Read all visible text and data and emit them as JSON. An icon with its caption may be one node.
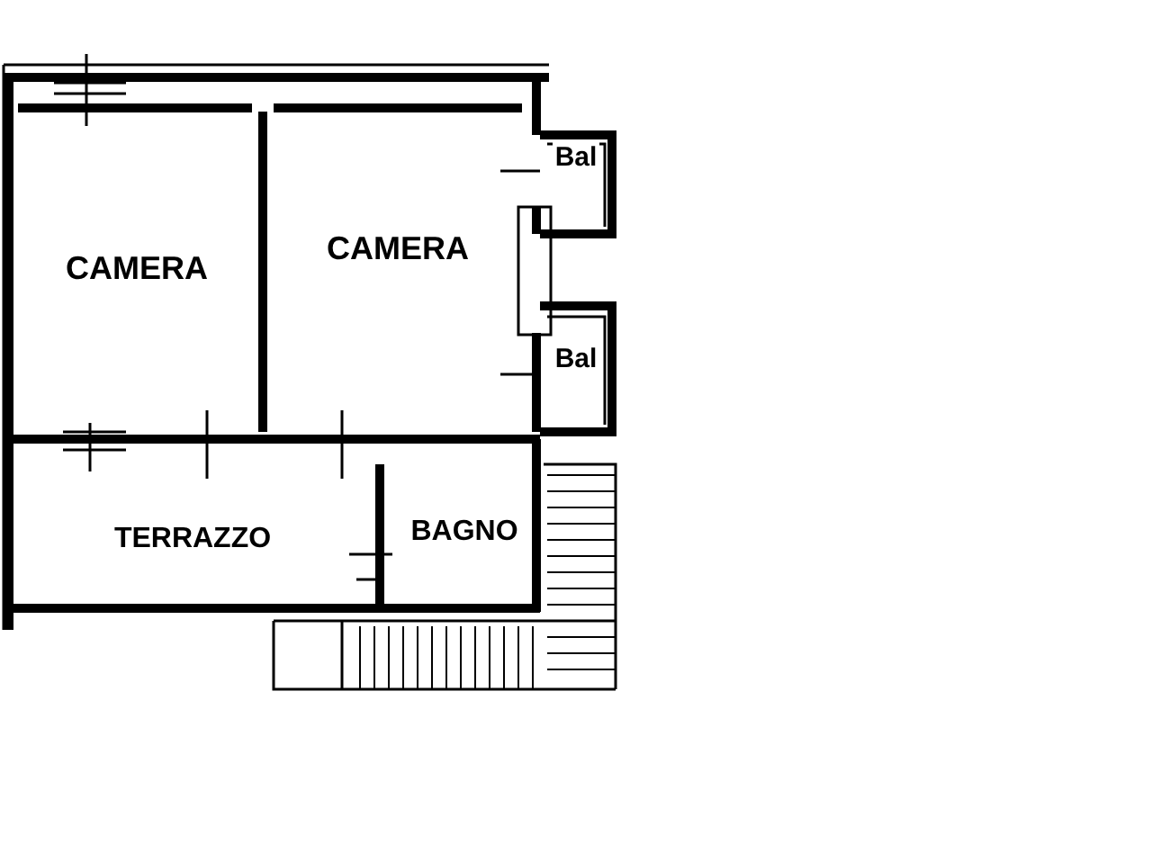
{
  "diagram": {
    "nodes": [
      {
        "text": [
          "CAMERA"
        ]
      },
      {
        "text": [
          "CAMERA"
        ]
      },
      {
        "text": [
          "Bal"
        ]
      },
      {
        "text": [
          "Bal"
        ]
      },
      {
        "text": [
          "TERRAZZO"
        ]
      },
      {
        "text": [
          "BAGNO"
        ]
      }
    ]
  }
}
